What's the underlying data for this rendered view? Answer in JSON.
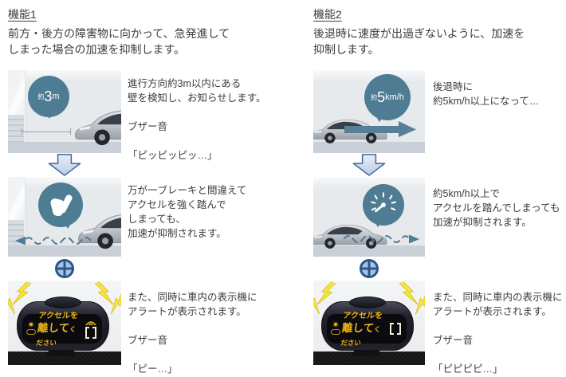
{
  "colors": {
    "teal": "#4e7c92",
    "arrow-border": "#4065a3",
    "plus-ring": "#2b5689",
    "plus-fill": "#a5c3e3",
    "text": "#3b3b43",
    "bolt-yellow": "#f6e437",
    "screen-yellow": "#eab517",
    "ground": "#c9d0d8"
  },
  "left": {
    "title": "機能1",
    "description": "前方・後方の障害物に向かって、急発進して\nしまった場合の加速を抑制します。",
    "badge": {
      "prefix": "約",
      "value": "3",
      "unit": "m"
    },
    "step1": {
      "text": "進行方向約3m以内にある\n壁を検知し、お知らせします。",
      "buzzer_label": "ブザー音",
      "buzzer_sound": "「ピッピッピッ…」"
    },
    "step2": {
      "text": "万が一ブレーキと間違えて\nアクセルを強く踏んで\nしまっても、\n加速が抑制されます。"
    },
    "step3": {
      "text": "また、同時に車内の表示機に\nアラートが表示されます。",
      "buzzer_label": "ブザー音",
      "buzzer_sound": "「ピー…」"
    },
    "display": {
      "line1": "アクセルを",
      "line2_big": "離して",
      "line2_small": "ください"
    }
  },
  "right": {
    "title": "機能2",
    "description": "後退時に速度が出過ぎないように、加速を\n抑制します。",
    "badge": {
      "prefix": "約",
      "value": "5",
      "unit": "km/h"
    },
    "step1": {
      "text": "後退時に\n約5km/h以上になって…"
    },
    "step2": {
      "text": "約5km/h以上で\nアクセルを踏んでしまっても\n加速が抑制されます。"
    },
    "step3": {
      "text": "また、同時に車内の表示機に\nアラートが表示されます。",
      "buzzer_label": "ブザー音",
      "buzzer_sound": "「ピピピピ…」"
    },
    "display": {
      "line1": "アクセルを",
      "line2_big": "離して",
      "line2_small": "ください"
    }
  }
}
